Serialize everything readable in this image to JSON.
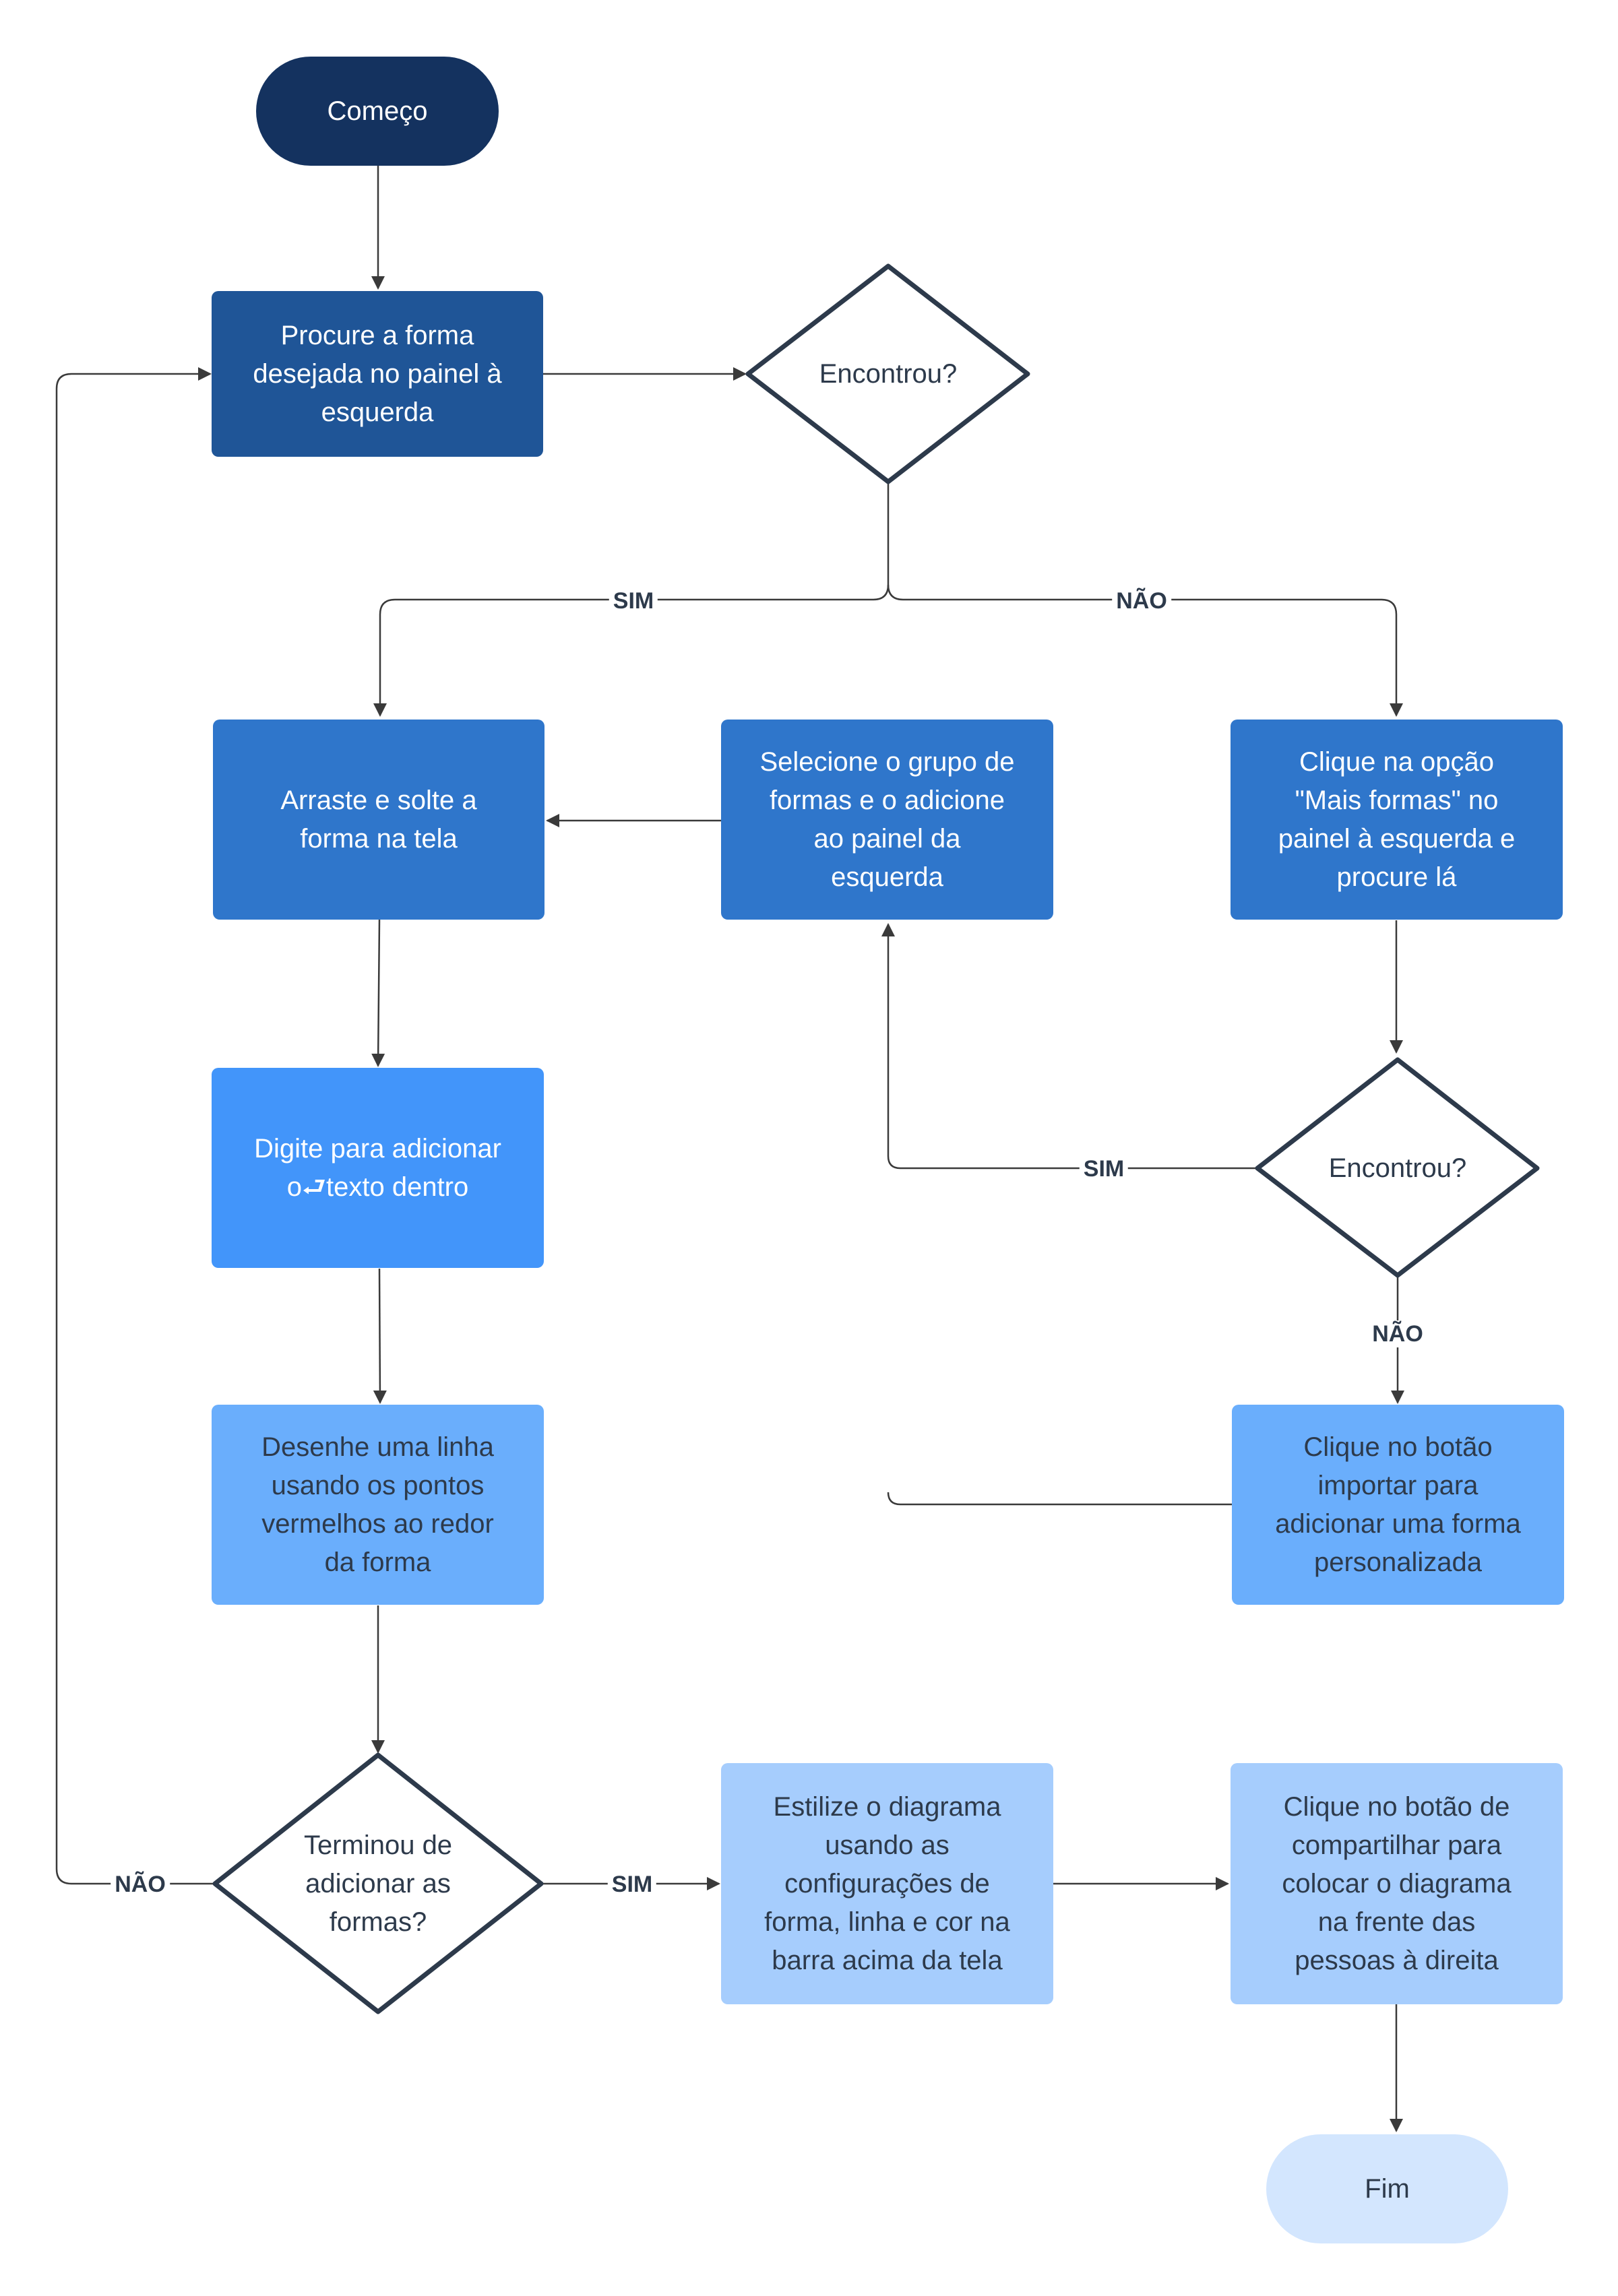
{
  "nodes": {
    "start": "Começo",
    "search_shape": "Procure a forma\ndesejada no painel à\nesquerda",
    "found_1": "Encontrou?",
    "drag_drop": "Arraste e solte a\nforma na tela",
    "select_group": "Selecione o grupo de\nformas e o adicione\nao painel da\nesquerda",
    "more_shapes": "Clique na opção\n\"Mais formas\" no\npainel à esquerda e\nprocure lá",
    "type_text": "Digite para adicionar\no⮐texto dentro",
    "found_2": "Encontrou?",
    "draw_line": "Desenhe uma linha\nusando os pontos\nvermelhos ao redor\nda forma",
    "import_button": "Clique no botão\nimportar para\nadicionar uma forma\npersonalizada",
    "finished": "Terminou de\nadicionar as\nformas?",
    "style_diagram": "Estilize o diagrama\nusando as\nconfigurações de\nforma, linha e cor na\nbarra acima da tela",
    "share_button": "Clique no botão de\ncompartilhar para\ncolocar o diagrama\nna frente das\npessoas à direita",
    "end": "Fim"
  },
  "edge_labels": {
    "found1_yes": "SIM",
    "found1_no": "NÃO",
    "found2_yes": "SIM",
    "found2_no": "NÃO",
    "finished_no": "NÃO",
    "finished_yes": "SIM"
  },
  "colors": {
    "navy": "#14325f",
    "blue_dark": "#1f5597",
    "blue_medium": "#2f76cb",
    "blue_bright": "#4295fa",
    "blue_light": "#6aaefc",
    "blue_pale": "#a6cdfd",
    "blue_faint": "#d3e6fe",
    "outline": "#2d3a4b",
    "connector": "#3a3a3a"
  }
}
